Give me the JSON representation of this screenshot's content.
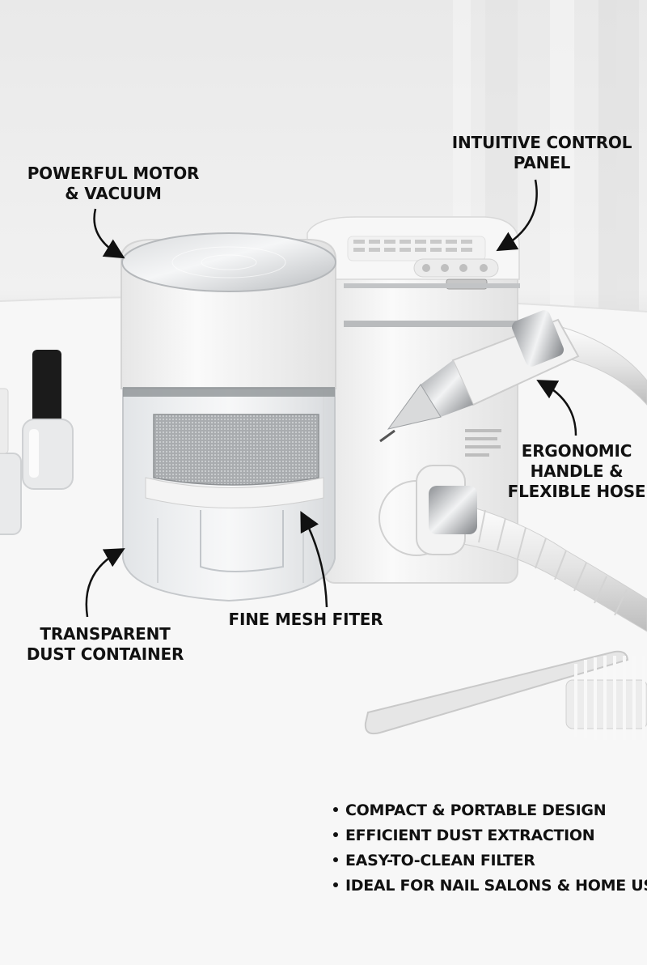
{
  "callouts": {
    "motor": [
      "POWERFUL MOTOR",
      "& VACUUM"
    ],
    "control": [
      "INTUITIVE CONTROL",
      "PANEL"
    ],
    "handle": [
      "ERGONOMIC",
      "HANDLE &",
      "FLEXIBLE HOSE"
    ],
    "container": [
      "TRANSPARENT",
      "DUST CONTAINER"
    ],
    "filter": "FINE MESH FITER"
  },
  "features": [
    "COMPACT & PORTABLE DESIGN",
    "EFFICIENT DUST EXTRACTION",
    "EASY-TO-CLEAN FILTER",
    "IDEAL FOR NAIL SALONS & HOME USE"
  ],
  "colors": {
    "text": "#111111",
    "device_body": "#f4f4f4",
    "steel": "#c9cbcd"
  }
}
